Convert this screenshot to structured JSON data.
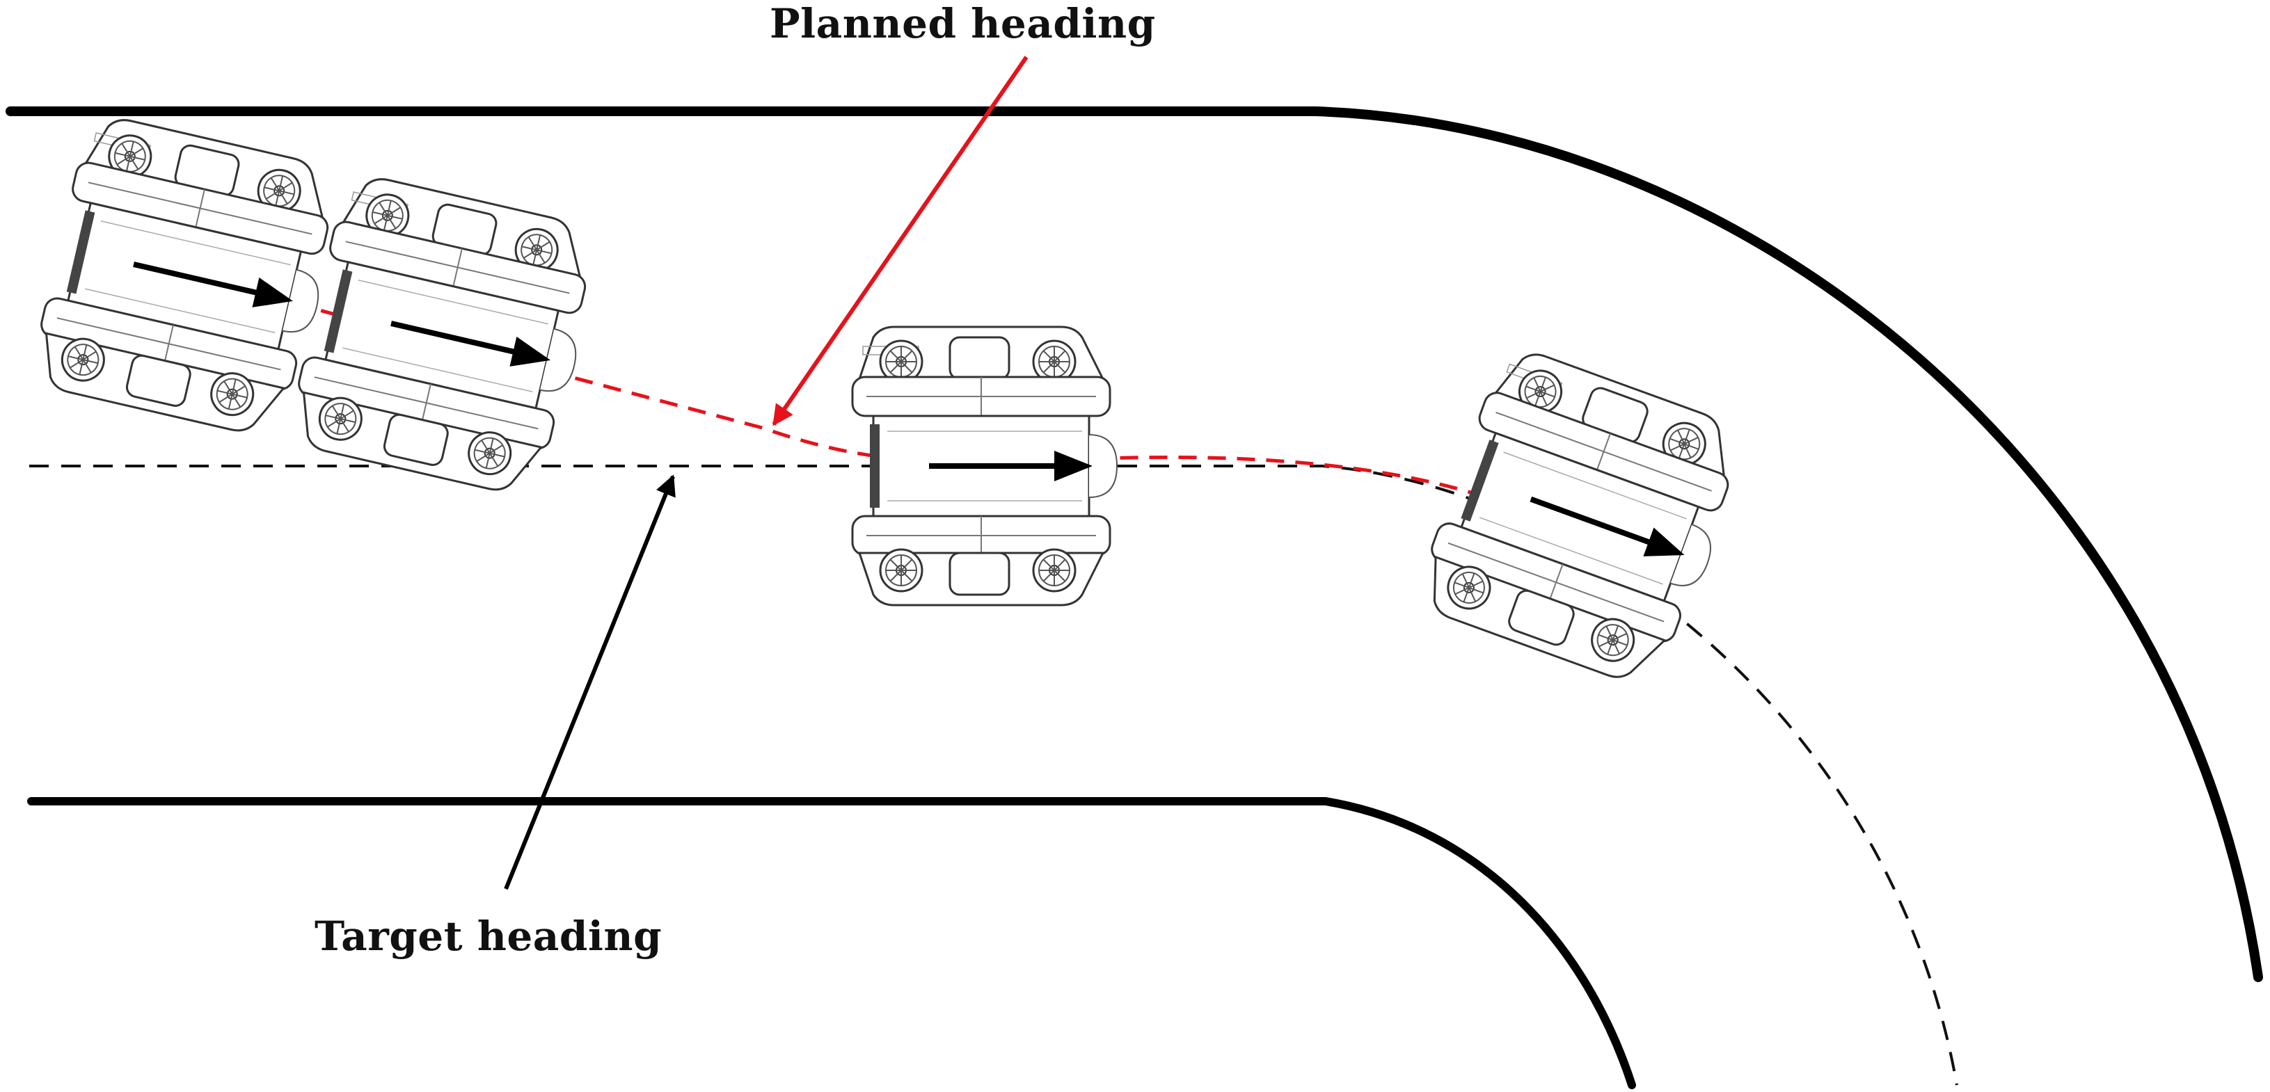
{
  "labels": {
    "planned_heading": "Planned heading",
    "target_heading": "Target heading"
  },
  "colors": {
    "road_edge": "#000000",
    "planned_path": "#e8111a",
    "target_path": "#111111",
    "pointer_planned": "#e8111a",
    "pointer_target": "#000000",
    "robot_outline": "#333333",
    "heading_arrow": "#000000"
  },
  "robots": [
    {
      "id": "robot-1",
      "heading_deg": 13
    },
    {
      "id": "robot-2",
      "heading_deg": 13
    },
    {
      "id": "robot-3",
      "heading_deg": 0
    },
    {
      "id": "robot-4",
      "heading_deg": 20
    }
  ]
}
